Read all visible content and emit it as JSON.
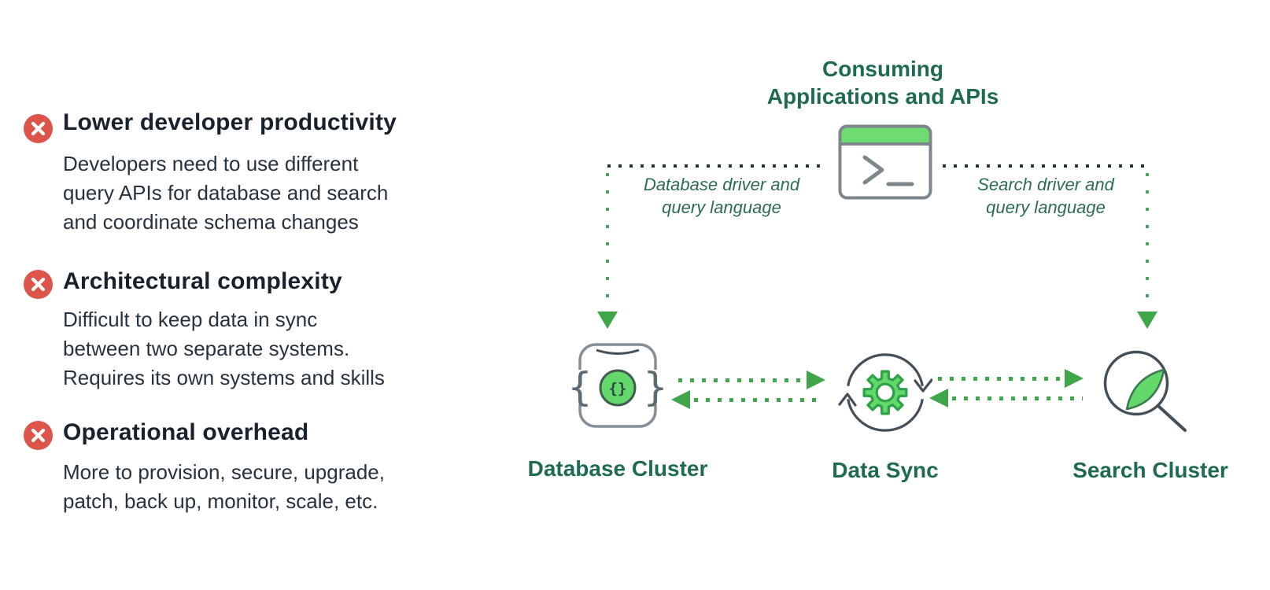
{
  "left_panel": {
    "items": [
      {
        "icon": "x-circle-icon",
        "title": "Lower developer productivity",
        "body_lines": [
          "Developers need to use different",
          "query APIs for database and search",
          "and coordinate schema changes"
        ]
      },
      {
        "icon": "x-circle-icon",
        "title": "Architectural complexity",
        "body_lines": [
          "Difficult to keep data in sync",
          "between two separate systems.",
          "Requires its own systems and skills"
        ]
      },
      {
        "icon": "x-circle-icon",
        "title": "Operational overhead",
        "body_lines": [
          "More to provision, secure, upgrade,",
          "patch, back up, monitor, scale, etc."
        ]
      }
    ]
  },
  "diagram": {
    "title_lines": [
      "Consuming",
      "Applications and APIs"
    ],
    "app_icon": "terminal-icon",
    "edge_labels": {
      "left_lines": [
        "Database driver and",
        "query language"
      ],
      "right_lines": [
        "Search driver and",
        "query language"
      ]
    },
    "nodes": [
      {
        "id": "database-cluster",
        "icon": "database-cluster-icon",
        "label": "Database Cluster"
      },
      {
        "id": "data-sync",
        "icon": "data-sync-icon",
        "label": "Data Sync"
      },
      {
        "id": "search-cluster",
        "icon": "search-cluster-icon",
        "label": "Search Cluster"
      }
    ],
    "db_icon_glyph": "{}"
  },
  "colors": {
    "background": "#ffffff",
    "heading_text": "#17222c",
    "body_text": "#26333f",
    "green_dark_text": "#1e6a52",
    "green_italic_text": "#2e6b55",
    "green_arrow": "#3fa64a",
    "green_fill": "#62d96a",
    "green_header_bar": "#6fdc6f",
    "dark_dots": "#21382f",
    "red_badge": "#dc544a",
    "slate_stroke": "#434f59",
    "gray_stroke": "#7c868d"
  }
}
